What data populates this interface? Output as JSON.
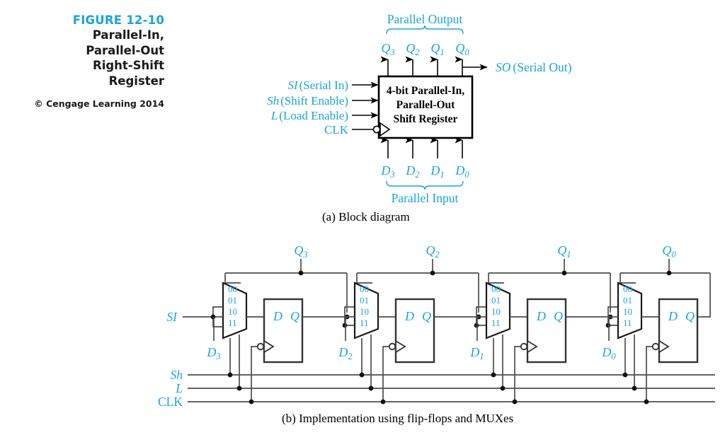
{
  "figure": {
    "number": "FIGURE 12-10",
    "title_lines": [
      "Parallel-In,",
      "Parallel-Out",
      "Right-Shift",
      "Register"
    ],
    "credit": "© Cengage Learning 2014",
    "accent_color": "#1ba3dd",
    "line_color": "#4d4d4d",
    "text_color": "#000000"
  },
  "captions": {
    "a": "(a) Block diagram",
    "b": "(b) Implementation using flip-flops and MUXes"
  },
  "block_diagram": {
    "box_text_lines": [
      "4-bit Parallel-In,",
      "Parallel-Out",
      "Shift Register"
    ],
    "parallel_output_label": "Parallel Output",
    "parallel_input_label": "Parallel Input",
    "outputs": [
      "Q",
      "Q",
      "Q",
      "Q"
    ],
    "output_subscripts": [
      "3",
      "2",
      "1",
      "0"
    ],
    "inputs": [
      "D",
      "D",
      "D",
      "D"
    ],
    "input_subscripts": [
      "3",
      "2",
      "1",
      "0"
    ],
    "serial_out": {
      "symbol": "SO",
      "desc": "(Serial Out)"
    },
    "left_inputs": [
      {
        "symbol": "SI",
        "desc": "(Serial In)"
      },
      {
        "symbol": "Sh",
        "desc": "(Shift Enable)"
      },
      {
        "symbol": "L",
        "desc": "(Load Enable)"
      }
    ],
    "clock_label": "CLK"
  },
  "implementation": {
    "mux_select_labels": [
      "00",
      "01",
      "10",
      "11"
    ],
    "ff_input_label": "D",
    "ff_output_label": "Q",
    "control_lines": [
      "Sh",
      "L",
      "CLK"
    ],
    "stages": [
      {
        "q_label": "Q",
        "q_sub": "3",
        "d_label": "D",
        "d_sub": "3",
        "serial_label": "SI"
      },
      {
        "q_label": "Q",
        "q_sub": "2",
        "d_label": "D",
        "d_sub": "2",
        "serial_label": ""
      },
      {
        "q_label": "Q",
        "q_sub": "1",
        "d_label": "D",
        "d_sub": "1",
        "serial_label": ""
      },
      {
        "q_label": "Q",
        "q_sub": "0",
        "d_label": "D",
        "d_sub": "0",
        "serial_label": ""
      }
    ]
  }
}
